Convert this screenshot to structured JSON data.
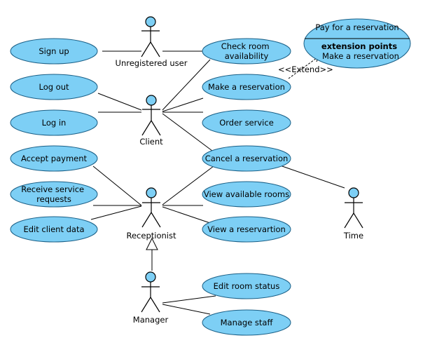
{
  "actors": {
    "unregistered_user": "Unregistered user",
    "client": "Client",
    "receptionist": "Receptionist",
    "manager": "Manager",
    "time": "Time"
  },
  "use_cases": {
    "sign_up": "Sign up",
    "log_out": "Log out",
    "log_in": "Log in",
    "accept_payment": "Accept payment",
    "receive_service_requests": [
      "Receive service",
      "requests"
    ],
    "edit_client_data": "Edit client data",
    "check_room_availability": [
      "Check room",
      "availability"
    ],
    "make_a_reservation": "Make a reservation",
    "order_service": "Order service",
    "cancel_a_reservation": "Cancel a reservation",
    "view_available_rooms": "View available rooms",
    "view_a_reservation": "View a reservartion",
    "edit_room_status": "Edit room status",
    "manage_staff": "Manage staff"
  },
  "extension_use_case": {
    "name": "Pay for a reservation",
    "section_title": "extension points",
    "point": "Make a reservation"
  },
  "relations": {
    "extend_label": "<<Extend>>"
  },
  "colors": {
    "use_case_fill": "#7dcff5",
    "use_case_stroke": "#1a5f86"
  }
}
